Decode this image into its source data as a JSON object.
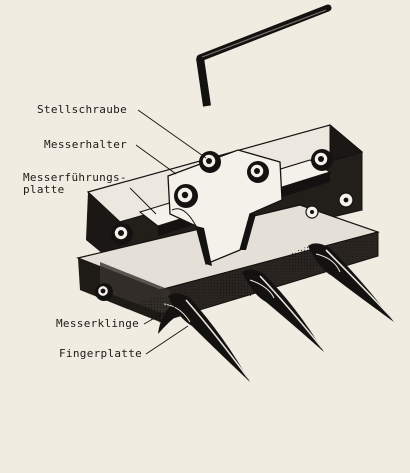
{
  "labels": {
    "stellschraube": "Stellschraube",
    "messerhalter": "Messerhalter",
    "fuehrungsplatte_line1": "Messerführungs-",
    "fuehrungsplatte_line2": "platte",
    "messerklinge": "Messerklinge",
    "fingerplatte": "Fingerplatte"
  },
  "colors": {
    "paper": "#f1ece2",
    "ink": "#141210",
    "metal_light": "#e9e5dd",
    "metal_mid": "#8c8881"
  }
}
